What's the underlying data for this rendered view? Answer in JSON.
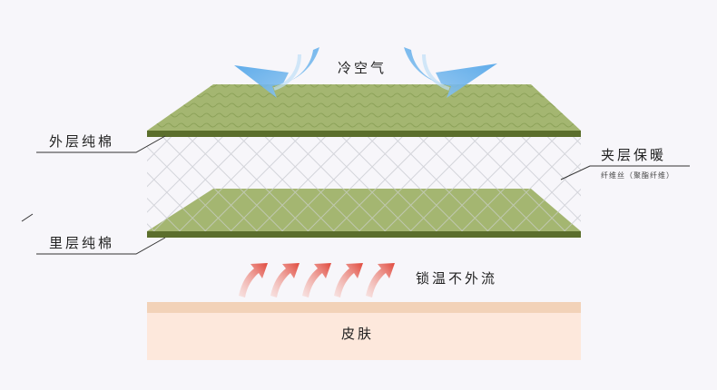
{
  "labels": {
    "cold_air": "冷空气",
    "outer_layer": "外层纯棉",
    "middle_layer": "夹层保暖",
    "middle_sub": "纤维丝（聚酯纤维）",
    "inner_layer": "里层纯棉",
    "lock_heat": "锁温不外流",
    "skin": "皮肤"
  },
  "colors": {
    "background": "#f7f6fa",
    "cotton_top": "#a4b671",
    "cotton_edge": "#5b6e2c",
    "mesh_line": "#d3d4da",
    "cold_arrow": "#3e9be6",
    "warm_arrow": "#e0473b",
    "skin_top": "#f2d2b8",
    "skin_body": "#fde8dc"
  },
  "icons": {
    "cold_arrows": "cold-air-arrow-icon",
    "warm_arrows": "warm-air-arrow-icon"
  }
}
